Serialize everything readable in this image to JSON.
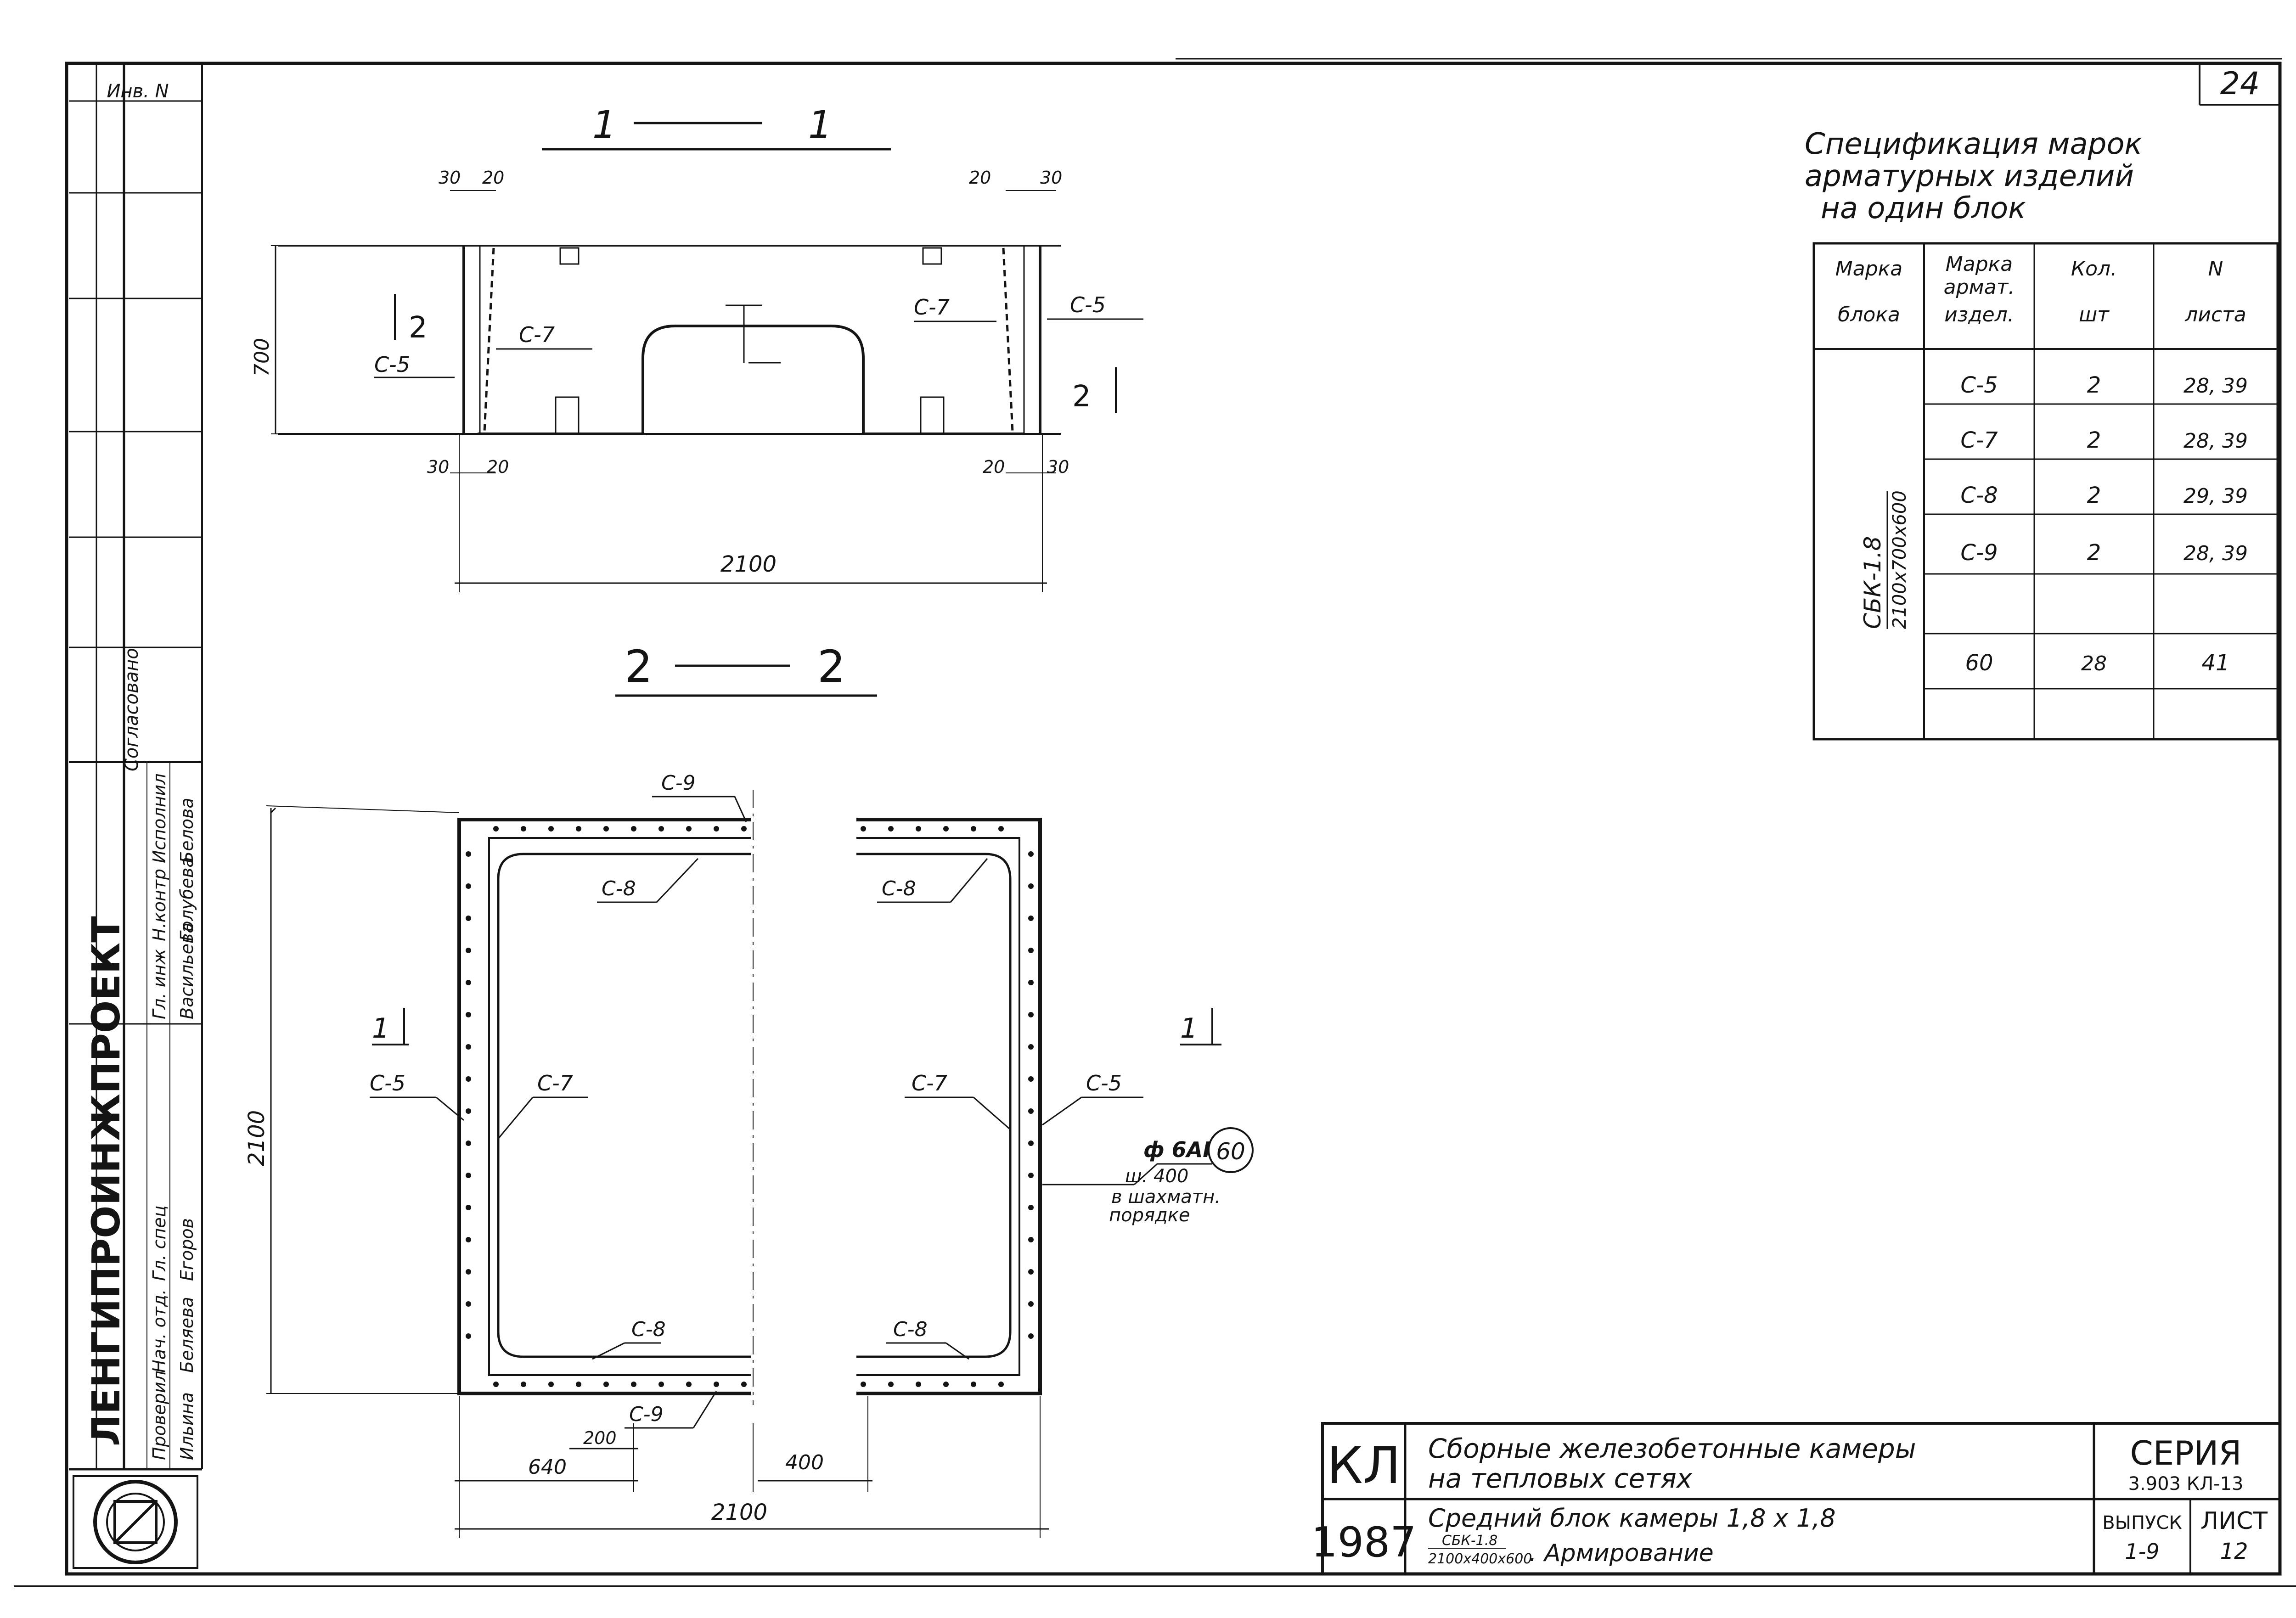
{
  "sheet_number": "24",
  "section_1": {
    "title_left": "1",
    "title_right": "1"
  },
  "section_2": {
    "title_left": "2",
    "title_right": "2"
  },
  "section_1_labels": {
    "dim_top_30_left": "30",
    "dim_top_20_left": "20",
    "dim_top_20_right": "20",
    "dim_top_30_right": "30",
    "dim_bot_30_left": "30",
    "dim_bot_20_left": "20",
    "dim_bot_20_right": "20",
    "dim_bot_30_right": "30",
    "height": "700",
    "width": "2100",
    "mark_c5_left": "С-5",
    "mark_c7_left": "С-7",
    "mark_c7_right": "С-7",
    "mark_c5_right": "С-5",
    "cut_marker_left": "2",
    "cut_marker_right": "2"
  },
  "section_2_labels": {
    "c9_top": "С-9",
    "c8_top_left": "С-8",
    "c8_top_right": "С-8",
    "cut_left": "1",
    "cut_right": "1",
    "c5_left": "С-5",
    "c7_left": "С-7",
    "c7_right": "С-7",
    "c5_right": "С-5",
    "height": "2100",
    "bar_note_1": "ф 6АI",
    "bar_note_2": "ш. 400",
    "bar_note_3": "в шахматн.",
    "bar_note_4": "порядке",
    "bar_position": "60",
    "c8_bot_left": "С-8",
    "c8_bot_right": "С-8",
    "c9_bot": "С-9",
    "dim_200": "200",
    "dim_640": "640",
    "dim_400": "400",
    "dim_total": "2100"
  },
  "spec": {
    "title_line1": "Спецификация марок",
    "title_line2": "арматурных изделий",
    "title_line3": "на один блок",
    "headers": [
      [
        "Марка",
        "блока"
      ],
      [
        "Марка",
        "армат.",
        "издел."
      ],
      [
        "Кол.",
        "шт"
      ],
      [
        "N",
        "листа"
      ]
    ],
    "block_mark_top": "СБК-1.8",
    "block_mark_bottom": "2100x700x600",
    "rows": [
      {
        "mark": "С-5",
        "qty": "2",
        "sheet": "28, 39"
      },
      {
        "mark": "С-7",
        "qty": "2",
        "sheet": "28, 39"
      },
      {
        "mark": "С-8",
        "qty": "2",
        "sheet": "29, 39"
      },
      {
        "mark": "С-9",
        "qty": "2",
        "sheet": "28, 39"
      },
      {
        "mark": "",
        "qty": "",
        "sheet": ""
      },
      {
        "mark": "60",
        "qty": "28",
        "sheet": "41"
      },
      {
        "mark": "",
        "qty": "",
        "sheet": ""
      }
    ]
  },
  "title_block": {
    "org_code": "КЛ",
    "year": "1987",
    "title_1": "Сборные железобетонные камеры",
    "title_2": "на тепловых сетях",
    "sheet_title": "Средний блок камеры 1,8 х 1,8",
    "mark_top": "СБК-1.8",
    "mark_bottom": "2100х400х600",
    "sheet_title_suffix": ". Армирование",
    "series_label": "СЕРИЯ",
    "series_value": "3.903 КЛ-13",
    "issue_label": "ВЫПУСК",
    "issue_value": "1-9",
    "list_label": "ЛИСТ",
    "list_value": "12"
  },
  "left_stamp": {
    "inv_label": "Инв. N",
    "agreed": "Согласовано",
    "org_name": "ЛЕНГИПРОИНЖПРОЕКТ",
    "roles": [
      "Гл. инж",
      "Н.контр",
      "Исполнил",
      "Проверил",
      "Нач. отд.",
      "Гл. спец"
    ],
    "names": [
      "Васильева",
      "Голубева",
      "Белова",
      "Ильина",
      "Беляева",
      "Егоров"
    ]
  },
  "colors": {
    "ink": "#141414",
    "paper": "#ffffff"
  }
}
